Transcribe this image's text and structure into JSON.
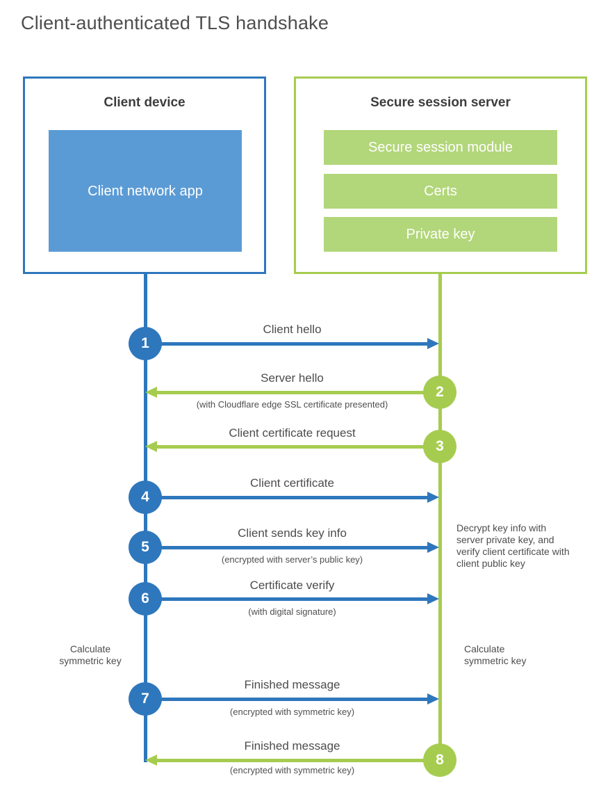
{
  "title": "Client-authenticated TLS handshake",
  "colors": {
    "client_blue": "#2e77bc",
    "client_fill_blue": "#5b9bd5",
    "server_green": "#a6cc4f",
    "server_fill_green": "#b2d67a",
    "text_dark": "#3d3d3d",
    "text_gray": "#4c4c4c"
  },
  "client_box": {
    "title": "Client device",
    "app_label": "Client network app"
  },
  "server_box": {
    "title": "Secure session server",
    "modules": [
      "Secure session module",
      "Certs",
      "Private key"
    ]
  },
  "messages": [
    {
      "number": "1",
      "label": "Client hello",
      "sublabel": "",
      "direction": "right",
      "color": "blue"
    },
    {
      "number": "2",
      "label": "Server hello",
      "sublabel": "(with Cloudflare edge SSL certificate presented)",
      "direction": "left",
      "color": "green"
    },
    {
      "number": "3",
      "label": "Client certificate request",
      "sublabel": "",
      "direction": "left",
      "color": "green"
    },
    {
      "number": "4",
      "label": "Client certificate",
      "sublabel": "",
      "direction": "right",
      "color": "blue"
    },
    {
      "number": "5",
      "label": "Client sends key info",
      "sublabel": "(encrypted with server’s public key)",
      "direction": "right",
      "color": "blue"
    },
    {
      "number": "6",
      "label": "Certificate verify",
      "sublabel": "(with digital signature)",
      "direction": "right",
      "color": "blue"
    },
    {
      "number": "7",
      "label": "Finished message",
      "sublabel": "(encrypted with symmetric key)",
      "direction": "right",
      "color": "blue"
    },
    {
      "number": "8",
      "label": "Finished message",
      "sublabel": "(encrypted with symmetric key)",
      "direction": "left",
      "color": "green"
    }
  ],
  "annotations": {
    "left_calculate": "Calculate symmetric key",
    "right_calculate": "Calculate symmetric key",
    "decrypt_note": "Decrypt key info with server private key, and verify client certificate with client public key"
  }
}
